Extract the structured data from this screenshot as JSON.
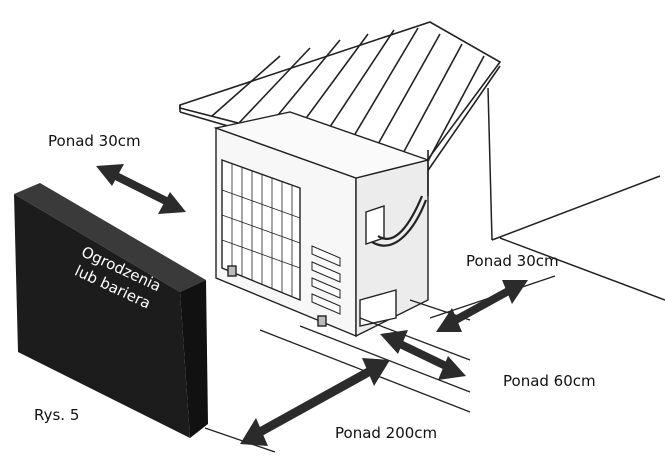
{
  "labels": {
    "clearance_left": "Ponad 30cm",
    "clearance_right": "Ponad 30cm",
    "clearance_front": "Ponad 60cm",
    "clearance_barrier": "Ponad 200cm",
    "figure_caption": "Rys. 5"
  },
  "barrier": {
    "line1": "Ogrodzenia",
    "line2": "lub bariera"
  }
}
